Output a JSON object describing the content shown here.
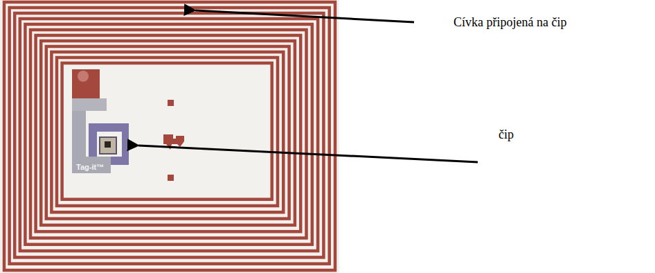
{
  "diagram": {
    "labels": [
      "Cívka připojená na čip",
      "čip",
      "Tag-it™"
    ]
  }
}
